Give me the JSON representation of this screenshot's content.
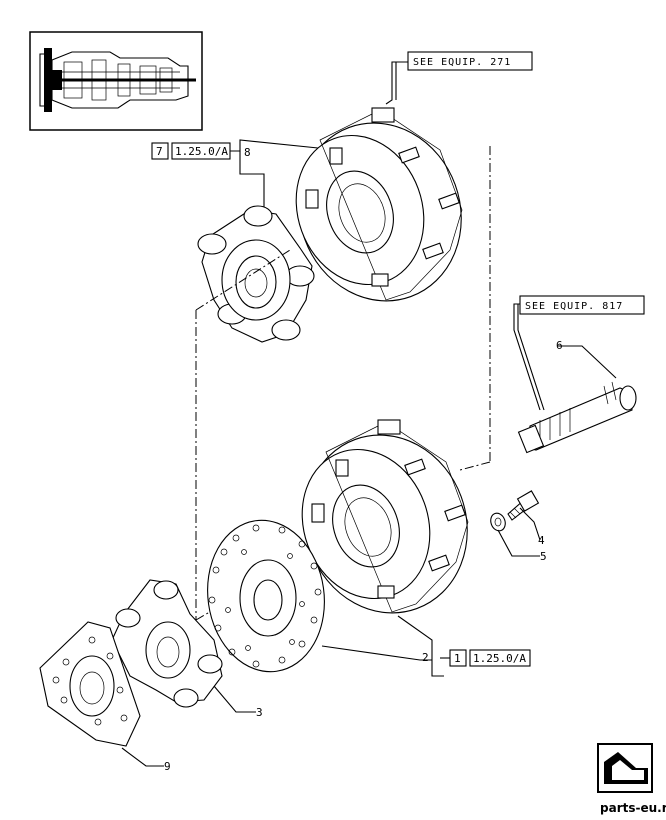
{
  "callouts": {
    "equip_271": "SEE EQUIP. 271",
    "equip_817": "SEE EQUIP. 817",
    "ref_7_num": "7",
    "ref_7_code": "1.25.0/A",
    "ref_1_num": "1",
    "ref_1_code": "1.25.0/A"
  },
  "part_labels": {
    "p2": "2",
    "p3": "3",
    "p4": "4",
    "p5": "5",
    "p6": "6",
    "p8": "8",
    "p9": "9"
  },
  "watermark": "parts-eu.ru",
  "icons": {
    "thumbnail": "transmission-thumbnail-icon",
    "nav": "next-page-arrow-icon"
  }
}
